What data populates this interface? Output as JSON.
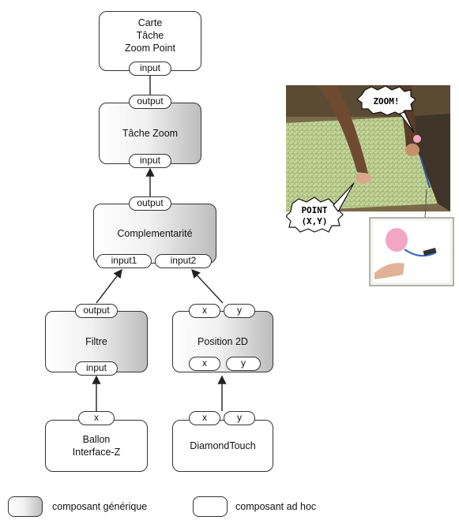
{
  "nodes": {
    "carte": {
      "label": "Carte\nTâche\nZoom Point",
      "ports": [
        "input"
      ]
    },
    "tache_zoom": {
      "label": "Tâche Zoom",
      "ports": [
        "output",
        "input"
      ]
    },
    "complementarite": {
      "label": "Complementarité",
      "ports": [
        "output",
        "input1",
        "input2"
      ]
    },
    "filtre": {
      "label": "Filtre",
      "ports": [
        "output",
        "input"
      ]
    },
    "position2d": {
      "label": "Position 2D",
      "ports": [
        "x",
        "y",
        "x",
        "y"
      ]
    },
    "ballon": {
      "label": "Ballon\nInterface-Z",
      "ports": [
        "x"
      ]
    },
    "diamondtouch": {
      "label": "DiamondTouch",
      "ports": [
        "x",
        "y"
      ]
    }
  },
  "photo": {
    "bubble_zoom": "ZOOM!",
    "bubble_point_line1": "POINT",
    "bubble_point_line2": "(X,Y)"
  },
  "legend": {
    "generic": "composant générique",
    "adhoc": "composant ad hoc"
  },
  "colors": {
    "stroke": "#333333",
    "generic_gradient_end": "#bdbdbd",
    "table_projection": "#b9c98e",
    "balloon": "#f2a6c4"
  }
}
